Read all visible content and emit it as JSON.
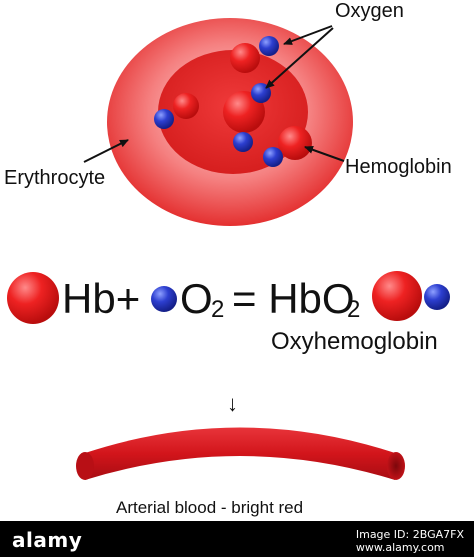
{
  "labels": {
    "oxygen": "Oxygen",
    "erythrocyte": "Erythrocyte",
    "hemoglobin": "Hemoglobin",
    "oxyhemoglobin": "Oxyhemoglobin",
    "arterial_blood": "Arterial blood - bright red"
  },
  "equation": {
    "hb_plus": "Hb+",
    "o": "O",
    "two": "2",
    "equals_hbo": "= HbO",
    "two_b": "2"
  },
  "arrow_glyph": "↓",
  "footer": {
    "brand": "alamy",
    "image_id_label": "Image ID: 2BGA7FX",
    "site": "www.alamy.com"
  },
  "colors": {
    "red": "#e31b1b",
    "blue": "#2f3fc9",
    "cell_outer": "#f36b6b",
    "cell_inner": "#e42a2a",
    "vessel": "#d8171d"
  }
}
